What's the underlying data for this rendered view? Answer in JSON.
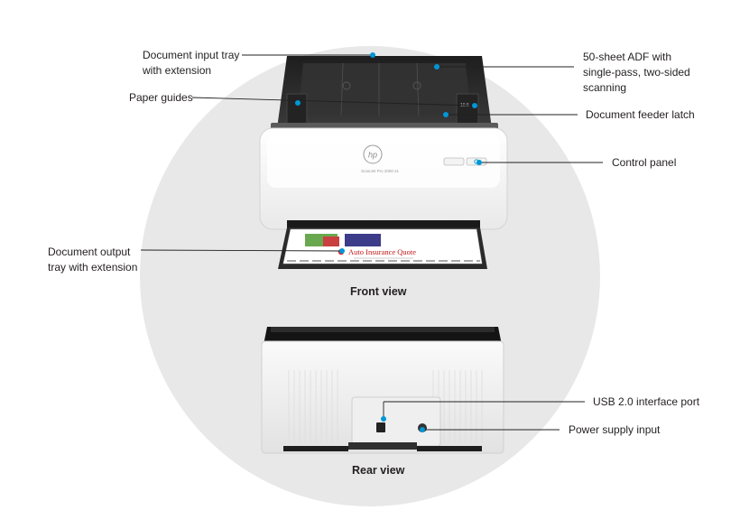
{
  "callouts": {
    "input_tray": [
      "Document input tray",
      "with extension"
    ],
    "adf": [
      "50-sheet ADF with",
      "single-pass, two-sided",
      "scanning"
    ],
    "paper_guides": "Paper guides",
    "feeder_latch": "Document feeder latch",
    "control_panel": "Control panel",
    "output_tray": [
      "Document output",
      "tray with extension"
    ],
    "usb_port": "USB 2.0 interface port",
    "power_input": "Power supply input"
  },
  "captions": {
    "front": "Front view",
    "rear": "Rear view"
  },
  "device": {
    "brand_logo": "hp",
    "model_text": "ScanJet Pro 2000 s1",
    "tray_marking": "10.5",
    "sheet_title": "Auto Insurance Quote"
  },
  "colors": {
    "background_circle": "#e8e8e8",
    "leader_line": "#0096d6",
    "scanner_body": "#ffffff",
    "tray": "#2b2b2b"
  },
  "icons": [
    "hp-logo",
    "power-icon"
  ]
}
